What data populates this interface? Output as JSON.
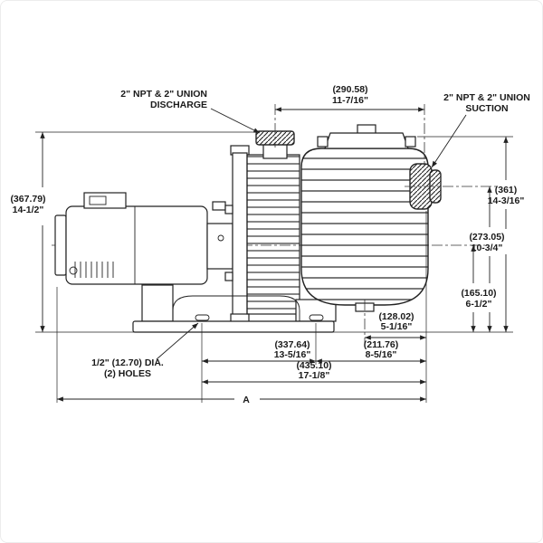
{
  "drawing_title": "Pump side-view dimensional drawing",
  "callouts": {
    "discharge_l1": "2\" NPT & 2\" UNION",
    "discharge_l2": "DISCHARGE",
    "suction_l1": "2\" NPT & 2\" UNION",
    "suction_l2": "SUCTION",
    "holes_l1": "1/2\" (12.70) DIA.",
    "holes_l2": "(2) HOLES"
  },
  "dimensions": {
    "top_width": {
      "mm": "(290.58)",
      "in": "11-7/16\""
    },
    "overall_height": {
      "mm": "(367.79)",
      "in": "14-1/2\""
    },
    "height_suction_top": {
      "mm": "(361)",
      "in": "14-3/16\""
    },
    "height_suction_center": {
      "mm": "(273.05)",
      "in": "10-3/4\""
    },
    "height_shaft_center": {
      "mm": "(165.10)",
      "in": "6-1/2\""
    },
    "center_to_face": {
      "mm": "(128.02)",
      "in": "5-1/16\""
    },
    "hole_to_center": {
      "mm": "(337.64)",
      "in": "13-5/16\""
    },
    "mid_to_face": {
      "mm": "(211.76)",
      "in": "8-5/16\""
    },
    "hole_to_face": {
      "mm": "(435.10)",
      "in": "17-1/8\""
    },
    "overall_length": "A"
  }
}
